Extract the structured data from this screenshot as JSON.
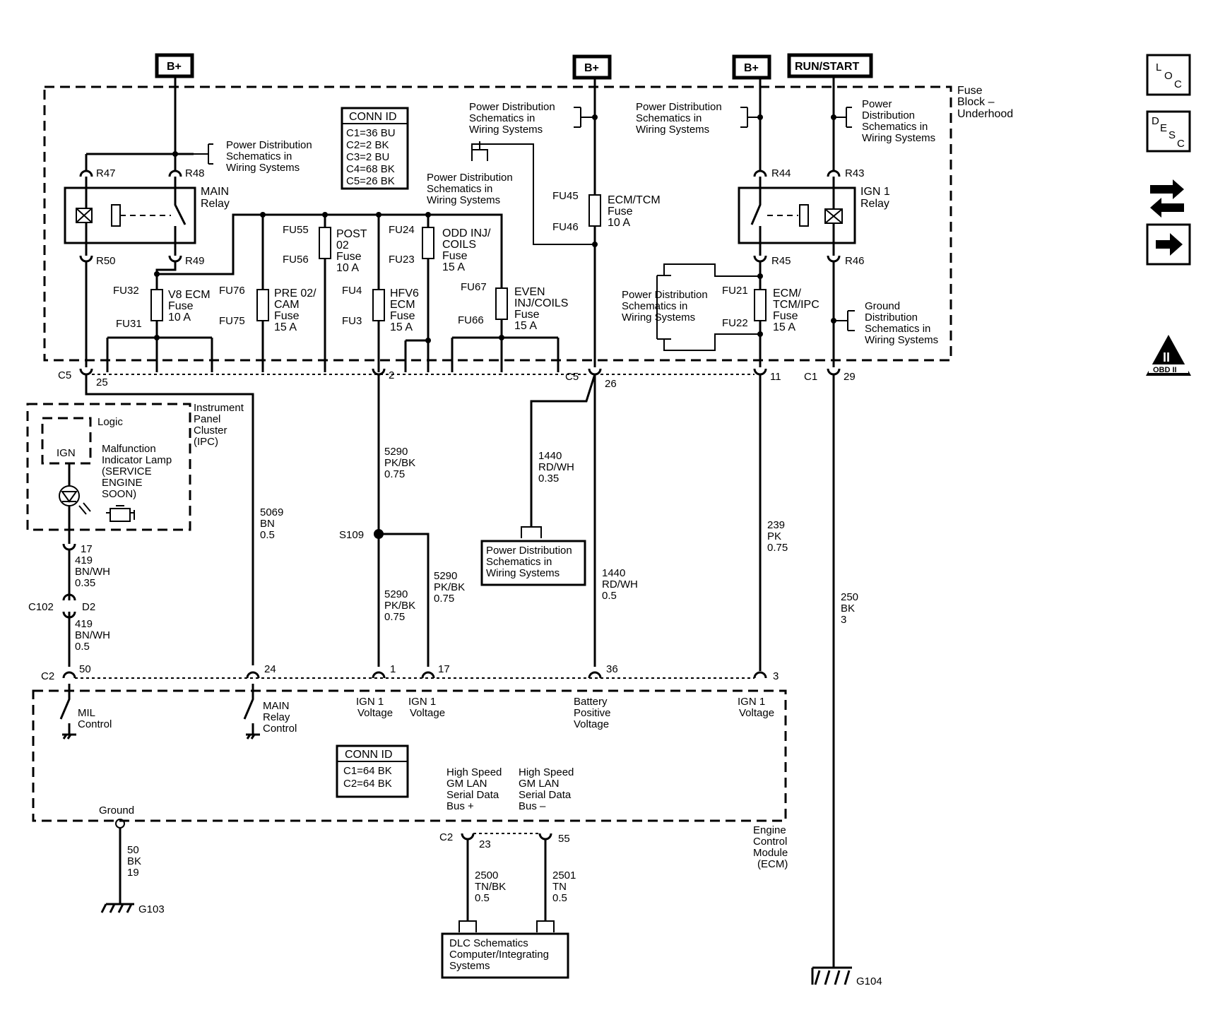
{
  "sources": {
    "bplus_1": "B+",
    "bplus_2": "B+",
    "bplus_3": "B+",
    "run_start": "RUN/START"
  },
  "fuse_block": {
    "label": [
      "Fuse",
      "Block –",
      "Underhood"
    ],
    "conn_title": "CONN ID",
    "conn_lines": [
      "C1=36 BU",
      "C2=2 BK",
      "C3=2 BU",
      "C4=68 BK",
      "C5=26 BK"
    ],
    "pds": [
      "Power Distribution",
      "Schematics in",
      "Wiring Systems"
    ],
    "pds_right": [
      "Power",
      "Distribution",
      "Schematics in",
      "Wiring Systems"
    ],
    "gds": [
      "Ground",
      "Distribution",
      "Schematics in",
      "Wiring Systems"
    ],
    "main_relay": [
      "MAIN",
      "Relay"
    ],
    "ign1_relay": [
      "IGN 1",
      "Relay"
    ],
    "terms": {
      "r47": "R47",
      "r48": "R48",
      "r49": "R49",
      "r50": "R50",
      "r43": "R43",
      "r44": "R44",
      "r45": "R45",
      "r46": "R46"
    },
    "fuses": {
      "v8": {
        "top": "FU32",
        "bot": "FU31",
        "name": [
          "V8 ECM",
          "Fuse",
          "10 A"
        ]
      },
      "pre02": {
        "top": "FU76",
        "bot": "FU75",
        "name": [
          "PRE 02/",
          "CAM",
          "Fuse",
          "15 A"
        ]
      },
      "post02": {
        "top": "FU55",
        "bot": "FU56",
        "name": [
          "POST",
          "02",
          "Fuse",
          "10 A"
        ]
      },
      "hfv6": {
        "top": "FU4",
        "bot": "FU3",
        "name": [
          "HFV6",
          "ECM",
          "Fuse",
          "15 A"
        ]
      },
      "odd": {
        "top": "FU24",
        "bot": "FU23",
        "name": [
          "ODD INJ/",
          "COILS",
          "Fuse",
          "15 A"
        ]
      },
      "even": {
        "top": "FU67",
        "bot": "FU66",
        "name": [
          "EVEN",
          "INJ/COILS",
          "Fuse",
          "15 A"
        ]
      },
      "ecmtcm": {
        "top": "FU45",
        "bot": "FU46",
        "name": [
          "ECM/TCM",
          "Fuse",
          "10 A"
        ]
      },
      "ecmipc": {
        "top": "FU21",
        "bot": "FU22",
        "name": [
          "ECM/",
          "TCM/IPC",
          "Fuse",
          "15 A"
        ]
      }
    }
  },
  "connectors": {
    "c5a": "C5",
    "c5a_pin": "25",
    "pin2": "2",
    "c5b": "C5",
    "c5b_pin": "26",
    "pin11": "11",
    "c1": "C1",
    "c1_pin": "29",
    "c2": "C2",
    "p50": "50",
    "p24": "24",
    "p1": "1",
    "p17": "17",
    "p36": "36",
    "p3": "3",
    "ipc17": "17",
    "c102": "C102",
    "d2": "D2",
    "c2b": "C2",
    "p23": "23",
    "p55": "55"
  },
  "ipc": {
    "title": [
      "Instrument",
      "Panel",
      "Cluster",
      "(IPC)"
    ],
    "logic": "Logic",
    "ign": "IGN",
    "mil": [
      "Malfunction",
      "Indicator Lamp",
      "(SERVICE",
      "ENGINE",
      "SOON)"
    ]
  },
  "wires": {
    "w419a": [
      "419",
      "BN/WH",
      "0.35"
    ],
    "w419b": [
      "419",
      "BN/WH",
      "0.5"
    ],
    "w5069": [
      "5069",
      "BN",
      "0.5"
    ],
    "w5290a": [
      "5290",
      "PK/BK",
      "0.75"
    ],
    "w5290b": [
      "5290",
      "PK/BK",
      "0.75"
    ],
    "w5290c": [
      "5290",
      "PK/BK",
      "0.75"
    ],
    "w1440a": [
      "1440",
      "RD/WH",
      "0.35"
    ],
    "w1440b": [
      "1440",
      "RD/WH",
      "0.5"
    ],
    "w239": [
      "239",
      "PK",
      "0.75"
    ],
    "w250": [
      "250",
      "BK",
      "3"
    ],
    "w50": [
      "50",
      "BK",
      "19"
    ],
    "w2500": [
      "2500",
      "TN/BK",
      "0.5"
    ],
    "w2501": [
      "2501",
      "TN",
      "0.5"
    ]
  },
  "splice": "S109",
  "pds_box": [
    "Power Distribution",
    "Schematics in",
    "Wiring  Systems"
  ],
  "ecm": {
    "title": [
      "Engine",
      "Control",
      "Module",
      "(ECM)"
    ],
    "conn_title": "CONN ID",
    "conn_lines": [
      "C1=64 BK",
      "C2=64 BK"
    ],
    "mil_control": [
      "MIL",
      "Control"
    ],
    "main_relay_control": [
      "MAIN",
      "Relay",
      "Control"
    ],
    "ign1_a": [
      "IGN 1",
      "Voltage"
    ],
    "ign1_b": [
      "IGN 1",
      "Voltage"
    ],
    "batt": [
      "Battery",
      "Positive",
      "Voltage"
    ],
    "ign1_c": [
      "IGN 1",
      "Voltage"
    ],
    "hs_plus": [
      "High Speed",
      "GM LAN",
      "Serial Data",
      "Bus +"
    ],
    "hs_minus": [
      "High Speed",
      "GM LAN",
      "Serial Data",
      "Bus –"
    ],
    "ground": "Ground"
  },
  "grounds": {
    "g103": "G103",
    "g104": "G104"
  },
  "dlc": [
    "DLC Schematics",
    "Computer/Integrating",
    "Systems"
  ],
  "side_icons": {
    "loc": [
      "L",
      "O",
      "C"
    ],
    "desc": [
      "D",
      "E",
      "S",
      "C"
    ],
    "obd": "OBD II",
    "obd_top": "II",
    "icons": [
      "loc-icon",
      "desc-icon",
      "connector-icon",
      "next-arrow-icon",
      "obd-ii-icon"
    ]
  }
}
